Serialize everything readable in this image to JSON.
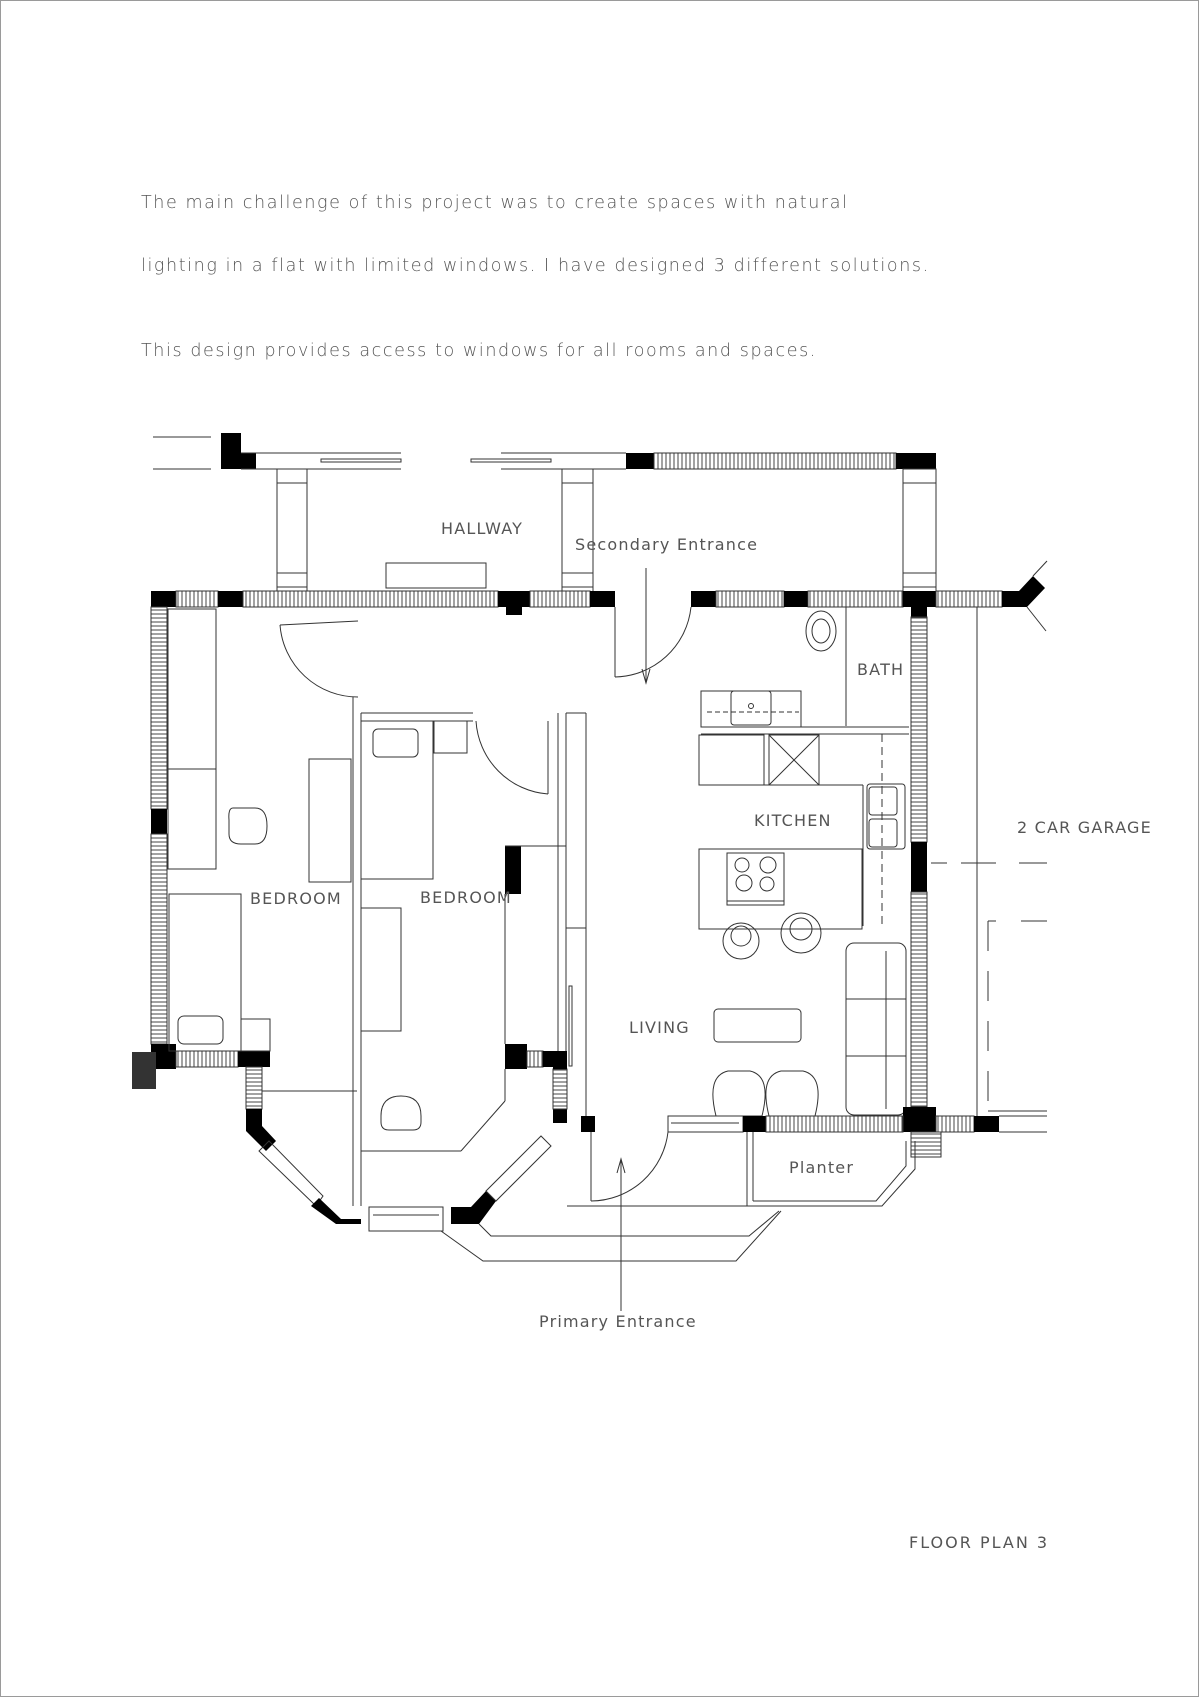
{
  "intro": {
    "line1": "The main challenge of this project was to create spaces with natural",
    "line2": "lighting in a flat with limited windows. I have designed 3 different solutions.",
    "line3": "This design provides access to windows for all rooms and spaces."
  },
  "rooms": {
    "hallway": "HALLWAY",
    "bedroom_left": "BEDROOM",
    "bedroom_right": "BEDROOM",
    "kitchen": "KITCHEN",
    "bath": "BATH",
    "living": "LIVING",
    "garage": "2 CAR GARAGE",
    "planter": "Planter"
  },
  "annotations": {
    "secondary_entrance": "Secondary Entrance",
    "primary_entrance": "Primary Entrance"
  },
  "sheet": {
    "title": "FLOOR PLAN 3"
  },
  "colors": {
    "wall_fill": "#000000",
    "line": "#333333",
    "text": "#555555",
    "border": "#9a9a9a"
  }
}
